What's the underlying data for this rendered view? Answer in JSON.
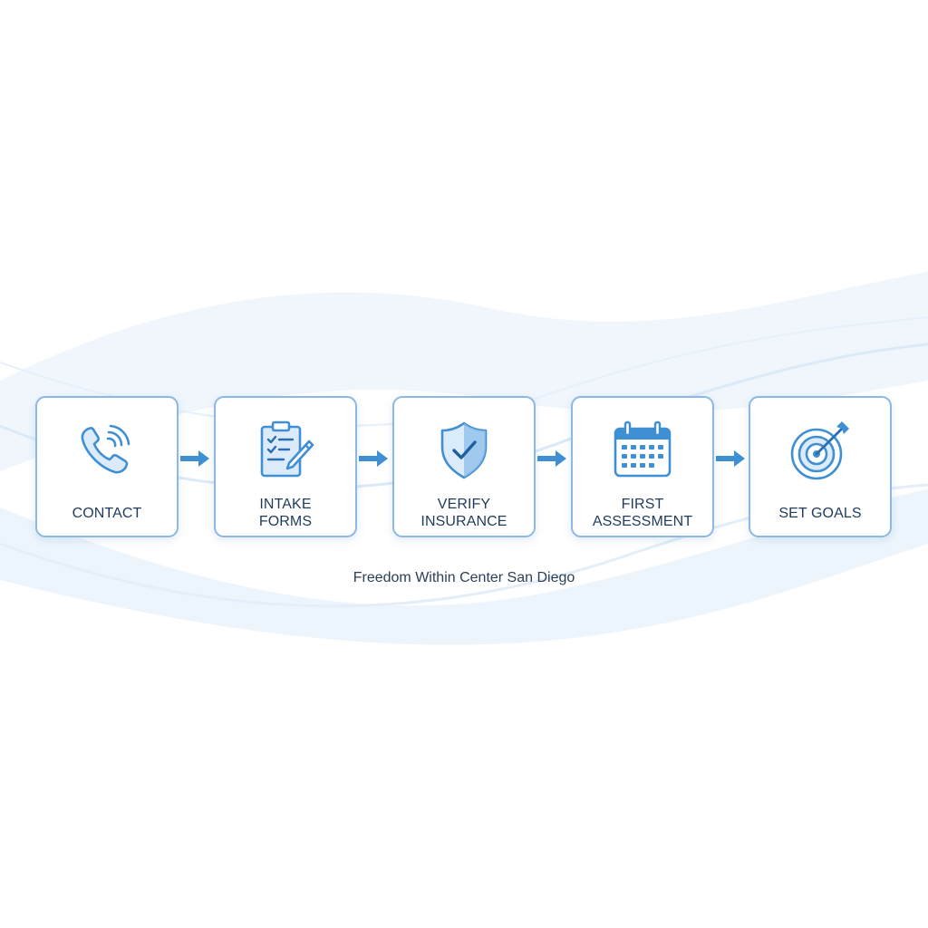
{
  "colors": {
    "accent": "#3f8fd4",
    "icon_fill": "#dcebf9",
    "card_border": "#8bb9e4",
    "text": "#1f3b5c"
  },
  "steps": [
    {
      "icon": "phone-icon",
      "label_lines": [
        "CONTACT"
      ]
    },
    {
      "icon": "clipboard-pen-icon",
      "label_lines": [
        "INTAKE",
        "FORMS"
      ]
    },
    {
      "icon": "shield-check-icon",
      "label_lines": [
        "VERIFY",
        "INSURANCE"
      ]
    },
    {
      "icon": "calendar-icon",
      "label_lines": [
        "FIRST",
        "ASSESSMENT"
      ]
    },
    {
      "icon": "target-icon",
      "label_lines": [
        "SET GOALS"
      ]
    }
  ],
  "footer": {
    "text": "Freedom Within Center San Diego"
  }
}
